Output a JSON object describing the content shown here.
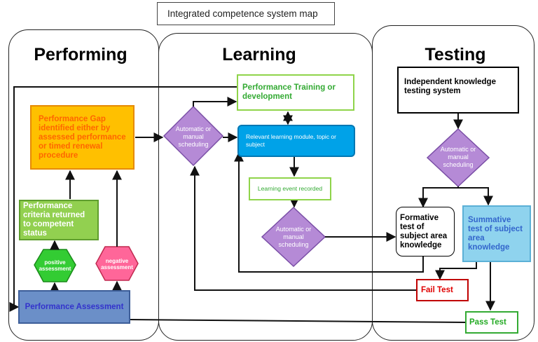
{
  "title": "Integrated competence system map",
  "headings": {
    "performing": "Performing",
    "learning": "Learning",
    "testing": "Testing"
  },
  "performing": {
    "gap": "Performance Gap identified either by assessed performance or timed renewal procedure",
    "criteria": "Performance criteria returned to competent status",
    "positive": "positive assessment",
    "negative": "negative assessment",
    "assessment": "Performance Assessment"
  },
  "learning": {
    "scheduling1": "Automatic or manual scheduling",
    "training": "Performance Training or development",
    "module": "Relevant learning module, topic or subject",
    "event": "Learning event recorded",
    "scheduling2": "Automatic or manual scheduling"
  },
  "testing": {
    "independent": "Independent knowledge testing system",
    "scheduling": "Automatic or manual scheduling",
    "formative": "Formative test of subject area knowledge",
    "summative": "Summative test of subject area knowledge",
    "fail": "Fail Test",
    "pass": "Pass Test"
  },
  "colors": {
    "gap_fill": "#ffc000",
    "gap_text": "#ff6600",
    "criteria_fill": "#92d050",
    "criteria_text": "#ffffff",
    "positive_fill": "#33cc33",
    "negative_fill": "#ff6699",
    "assessment_fill": "#6b8fc8",
    "assessment_text": "#3333cc",
    "diamond_fill": "#b58ad6",
    "module_fill": "#00a2e8",
    "training_text": "#33aa33",
    "event_text": "#33aa33",
    "summative_fill": "#8fd3ee",
    "summative_text": "#3366cc",
    "fail_text": "#e00000",
    "pass_text": "#22aa22"
  }
}
